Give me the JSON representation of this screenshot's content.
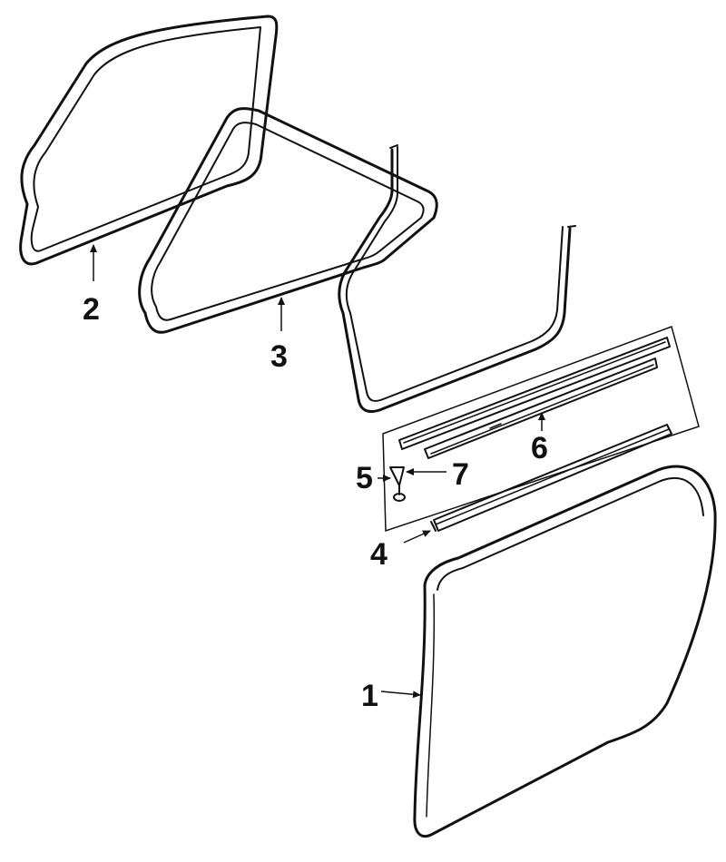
{
  "diagram": {
    "callouts": [
      {
        "id": "1",
        "label": "1"
      },
      {
        "id": "2",
        "label": "2"
      },
      {
        "id": "3",
        "label": "3"
      },
      {
        "id": "4",
        "label": "4"
      },
      {
        "id": "5",
        "label": "5"
      },
      {
        "id": "6",
        "label": "6"
      },
      {
        "id": "7",
        "label": "7"
      }
    ]
  }
}
